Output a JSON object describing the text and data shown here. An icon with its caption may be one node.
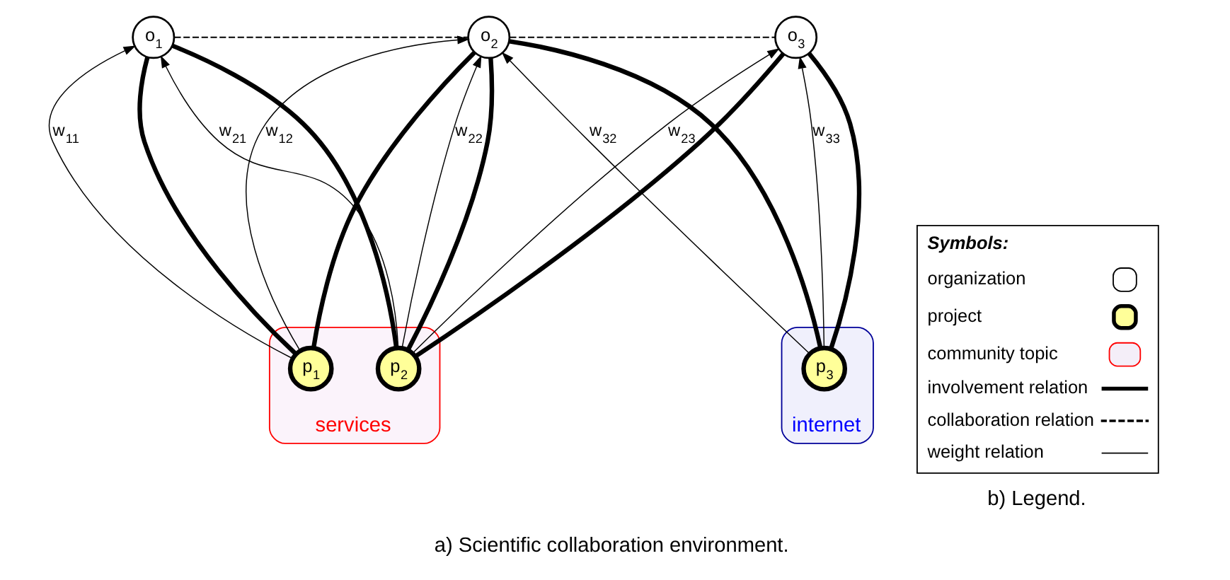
{
  "diagram": {
    "caption": "a) Scientific collaboration environment.",
    "nodes": [
      {
        "text": [
          "o$_{1}$"
        ]
      },
      {
        "text": [
          "o$_{2}$"
        ]
      },
      {
        "text": [
          "o$_{3}$"
        ]
      },
      {
        "text": [
          "services"
        ]
      },
      {
        "text": [
          "p$_{1}$"
        ],
        "in": 3
      },
      {
        "text": [
          "p$_{2}$"
        ],
        "in": 3
      },
      {
        "text": [
          "internet"
        ]
      },
      {
        "text": [
          "p$_{3}$"
        ],
        "in": 6
      }
    ],
    "edges": [
      {
        "from": 0,
        "to": 1,
        "arrow": "none",
        "style": "dashed"
      },
      {
        "from": 1,
        "to": 2,
        "arrow": "none",
        "style": "dashed"
      },
      {
        "from": 4,
        "to": 0,
        "arrow": "to",
        "label": "w$_{11}$"
      },
      {
        "from": 4,
        "to": 0,
        "arrow": "none",
        "style": "thick"
      },
      {
        "from": 4,
        "to": 1,
        "arrow": "to",
        "label": "w$_{12}$"
      },
      {
        "from": 4,
        "to": 1,
        "arrow": "none",
        "style": "thick"
      },
      {
        "from": 5,
        "to": 0,
        "arrow": "to",
        "label": "w$_{21}$"
      },
      {
        "from": 5,
        "to": 0,
        "arrow": "none",
        "style": "thick"
      },
      {
        "from": 5,
        "to": 1,
        "arrow": "to",
        "label": "w$_{22}$"
      },
      {
        "from": 5,
        "to": 1,
        "arrow": "none",
        "style": "thick"
      },
      {
        "from": 5,
        "to": 2,
        "arrow": "to",
        "label": "w$_{23}$"
      },
      {
        "from": 5,
        "to": 2,
        "arrow": "none",
        "style": "thick"
      },
      {
        "from": 7,
        "to": 1,
        "arrow": "to",
        "label": "w$_{32}$"
      },
      {
        "from": 7,
        "to": 1,
        "arrow": "none",
        "style": "thick"
      },
      {
        "from": 7,
        "to": 2,
        "arrow": "to",
        "label": "w$_{33}$"
      },
      {
        "from": 7,
        "to": 2,
        "arrow": "none",
        "style": "thick"
      }
    ],
    "labels": [
      "Symbols:",
      "b) Legend."
    ],
    "legend": [
      {
        "text": "organization"
      },
      {
        "text": "project"
      },
      {
        "text": "community topic"
      },
      {
        "text": "involvement relation"
      },
      {
        "text": "collaboration relation"
      },
      {
        "text": "weight relation"
      }
    ]
  }
}
